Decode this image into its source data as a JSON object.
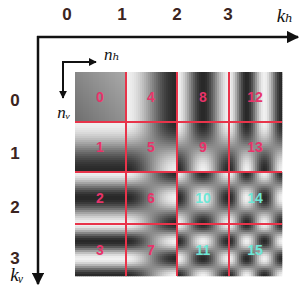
{
  "diagram": {
    "labels": [
      "0",
      "1",
      "2",
      "3",
      "kₕ",
      "0",
      "1",
      "2",
      "3",
      "kᵥ",
      "nₕ",
      "nᵥ",
      "0",
      "1",
      "2",
      "3",
      "4",
      "5",
      "6",
      "7",
      "8",
      "9",
      "10",
      "11",
      "12",
      "13",
      "14",
      "15"
    ]
  }
}
